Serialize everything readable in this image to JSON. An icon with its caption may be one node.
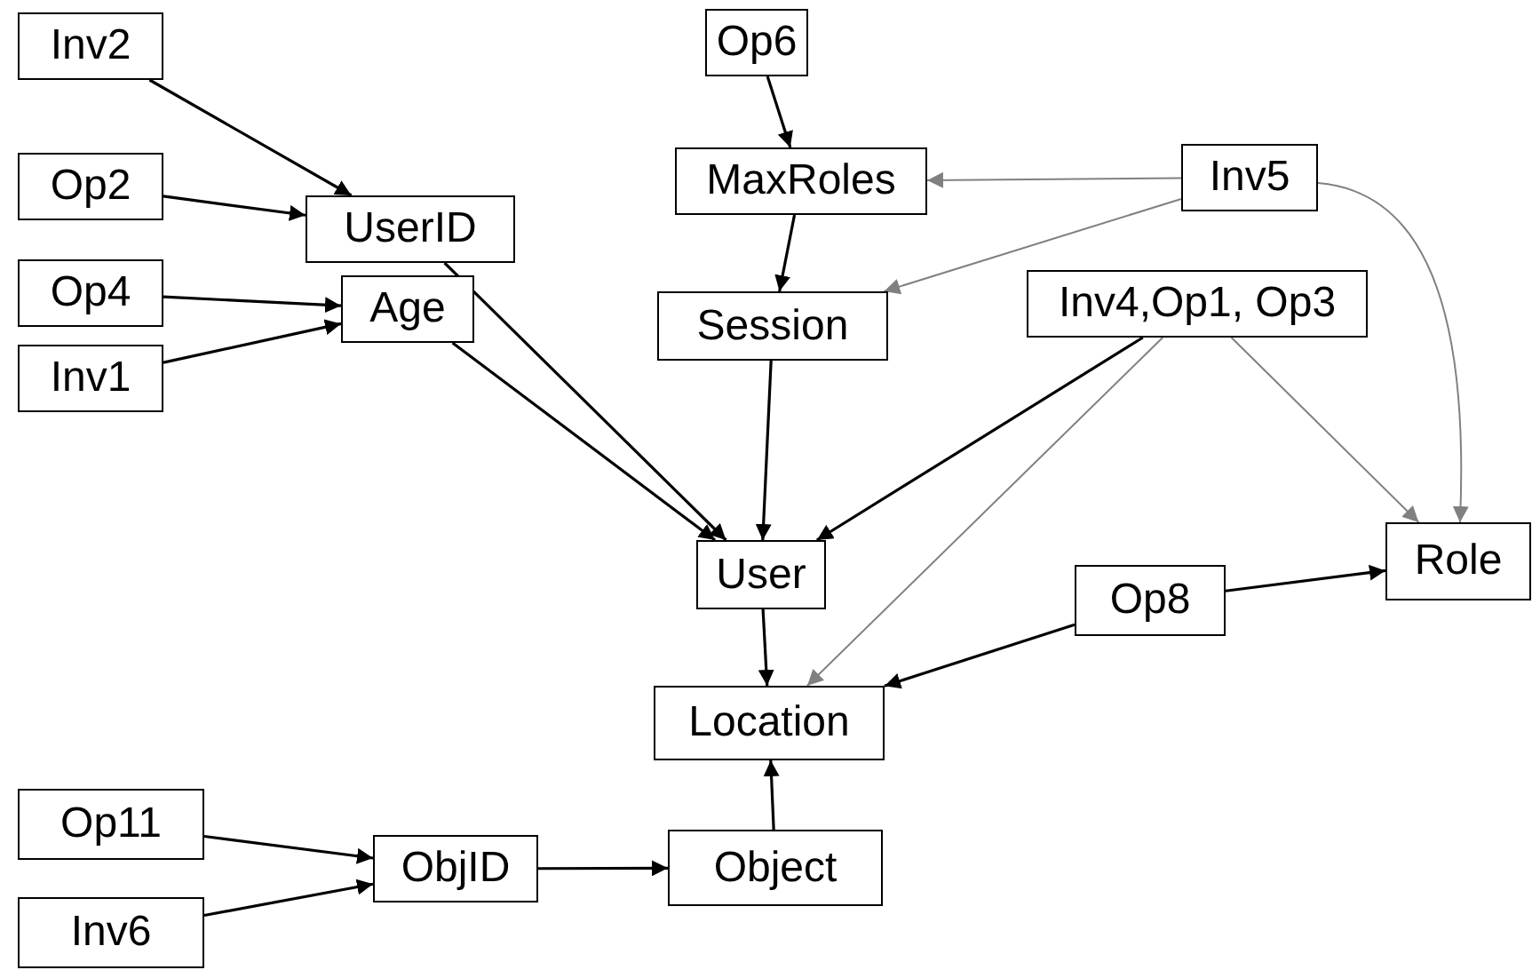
{
  "diagram": {
    "nodes": [
      {
        "text": [
          "Op6"
        ]
      },
      {
        "text": [
          "Inv2"
        ]
      },
      {
        "text": [
          "MaxRoles"
        ]
      },
      {
        "text": [
          "Inv5"
        ]
      },
      {
        "text": [
          "Op2"
        ]
      },
      {
        "text": [
          "UserID"
        ]
      },
      {
        "text": [
          "Session"
        ]
      },
      {
        "text": [
          "Inv4,Op1, Op3"
        ]
      },
      {
        "text": [
          "Op4"
        ]
      },
      {
        "text": [
          "Age"
        ]
      },
      {
        "text": [
          "Inv1"
        ]
      },
      {
        "text": [
          "User"
        ]
      },
      {
        "text": [
          "Role"
        ]
      },
      {
        "text": [
          "Op8"
        ]
      },
      {
        "text": [
          "Location"
        ]
      },
      {
        "text": [
          "Op11"
        ]
      },
      {
        "text": [
          "ObjID"
        ]
      },
      {
        "text": [
          "Object"
        ]
      },
      {
        "text": [
          "Inv6"
        ]
      }
    ],
    "edges": [
      {
        "from": 0,
        "to": 2,
        "arrow": "to"
      },
      {
        "from": 2,
        "to": 6,
        "arrow": "to"
      },
      {
        "from": 6,
        "to": 11,
        "arrow": "to"
      },
      {
        "from": 3,
        "to": 2,
        "arrow": "to",
        "color": "#808080"
      },
      {
        "from": 3,
        "to": 6,
        "arrow": "to",
        "color": "#808080"
      },
      {
        "from": 3,
        "to": 12,
        "arrow": "to",
        "color": "#808080"
      },
      {
        "from": 1,
        "to": 5,
        "arrow": "to"
      },
      {
        "from": 4,
        "to": 5,
        "arrow": "to"
      },
      {
        "from": 5,
        "to": 11,
        "arrow": "to"
      },
      {
        "from": 8,
        "to": 9,
        "arrow": "to"
      },
      {
        "from": 10,
        "to": 9,
        "arrow": "to"
      },
      {
        "from": 9,
        "to": 11,
        "arrow": "to"
      },
      {
        "from": 7,
        "to": 11,
        "arrow": "to"
      },
      {
        "from": 7,
        "to": 14,
        "arrow": "to",
        "color": "#808080"
      },
      {
        "from": 7,
        "to": 12,
        "arrow": "to",
        "color": "#808080"
      },
      {
        "from": 11,
        "to": 14,
        "arrow": "to"
      },
      {
        "from": 13,
        "to": 12,
        "arrow": "to"
      },
      {
        "from": 13,
        "to": 14,
        "arrow": "to"
      },
      {
        "from": 15,
        "to": 16,
        "arrow": "to"
      },
      {
        "from": 18,
        "to": 16,
        "arrow": "to"
      },
      {
        "from": 16,
        "to": 17,
        "arrow": "to"
      },
      {
        "from": 17,
        "to": 14,
        "arrow": "to"
      }
    ]
  }
}
